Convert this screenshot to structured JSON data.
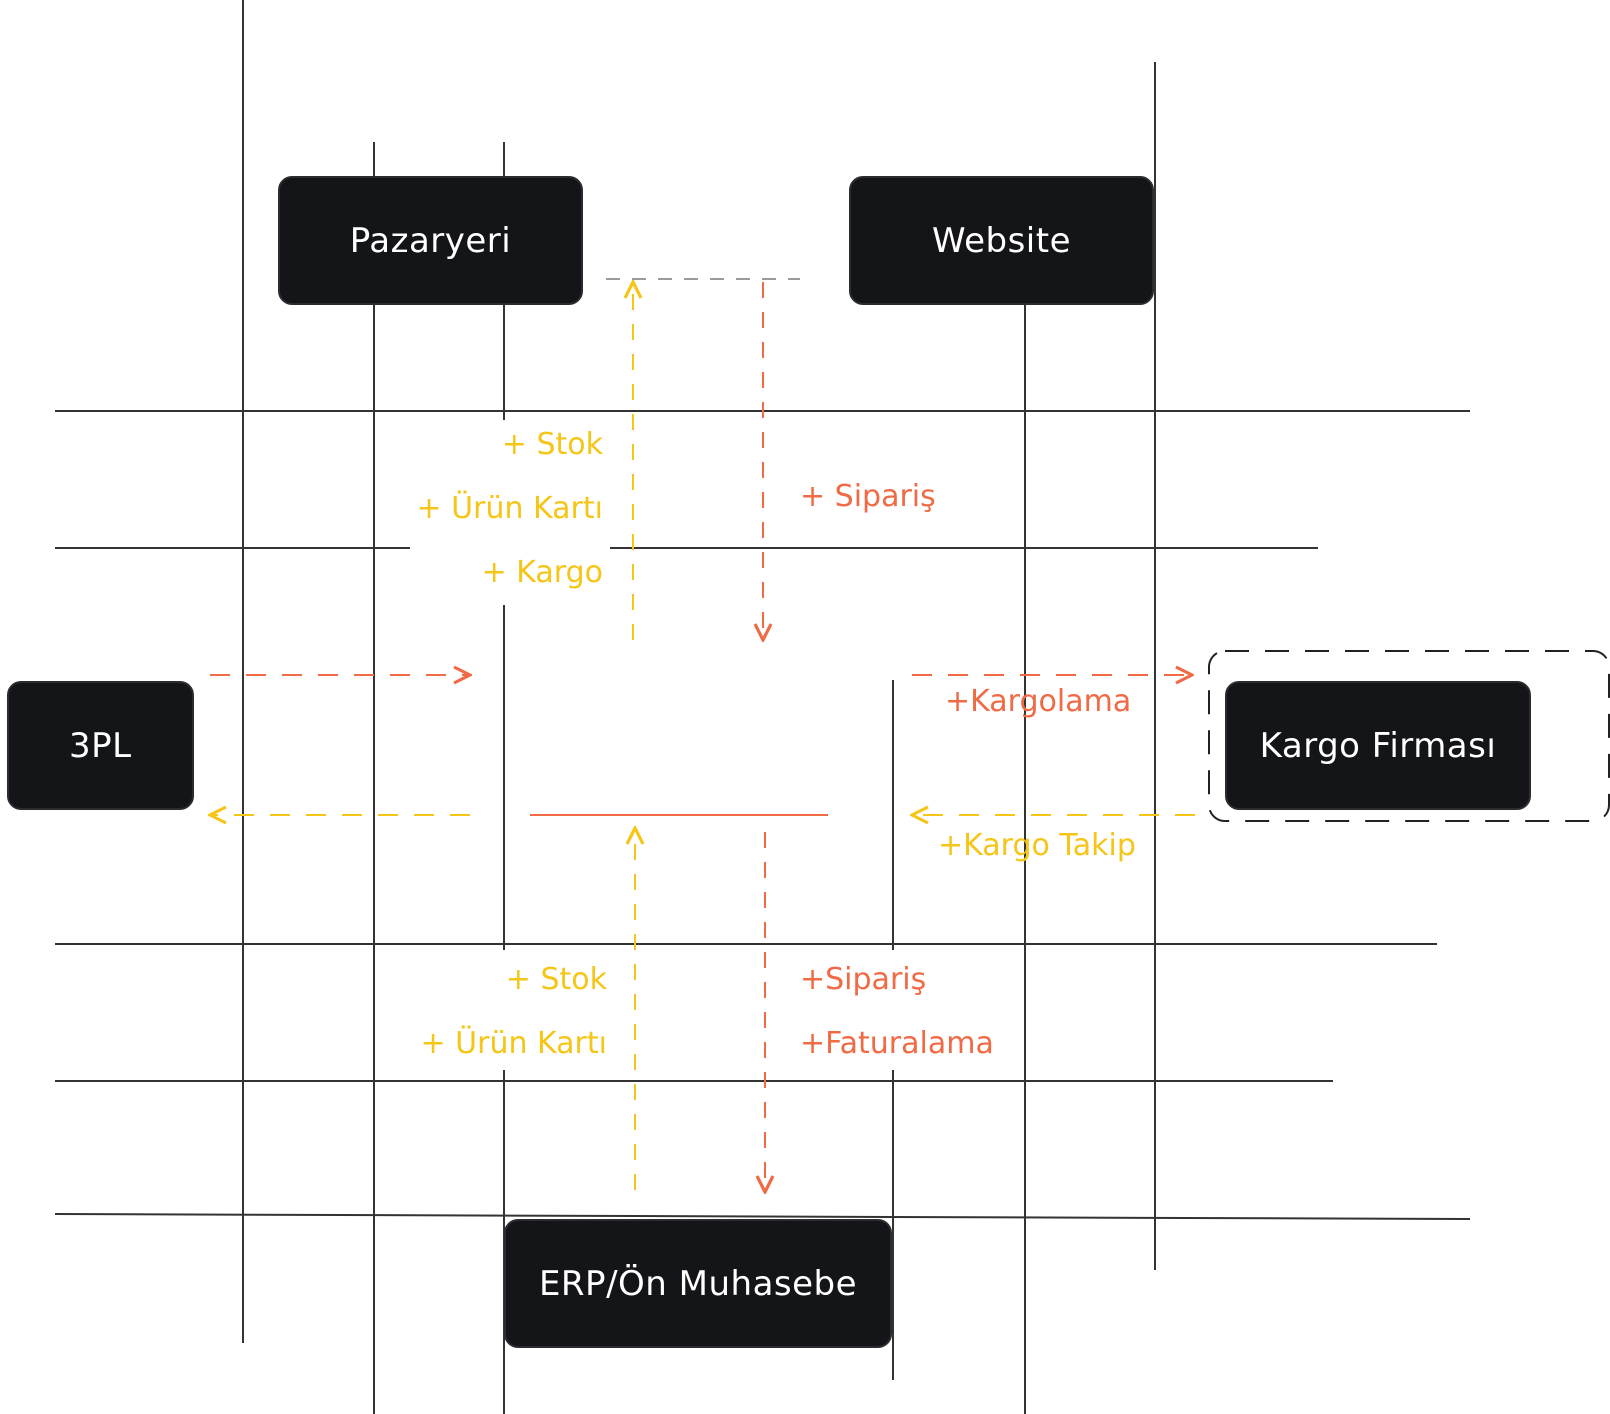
{
  "nodes": {
    "pazaryeri": "Pazaryeri",
    "website": "Website",
    "tpl": "3PL",
    "kargo_firmasi": "Kargo Firması",
    "erp": "ERP/Ön Muhasebe"
  },
  "labels": {
    "top_stok": "+ Stok",
    "top_urun_karti": "+ Ürün Kartı",
    "top_kargo": "+ Kargo",
    "top_siparis": "+ Sipariş",
    "kargolama": "+Kargolama",
    "kargo_takip": "+Kargo Takip",
    "bottom_stok": "+ Stok",
    "bottom_urun_karti": "+ Ürün Kartı",
    "bottom_siparis": "+Sipariş",
    "faturalama": "+Faturalama"
  },
  "colors": {
    "node_bg": "#141518",
    "grid": "#333333",
    "yellow": "#f5c518",
    "orange": "#f06a45",
    "gray_dash": "#9a9a9a",
    "black_dash": "#222222"
  }
}
